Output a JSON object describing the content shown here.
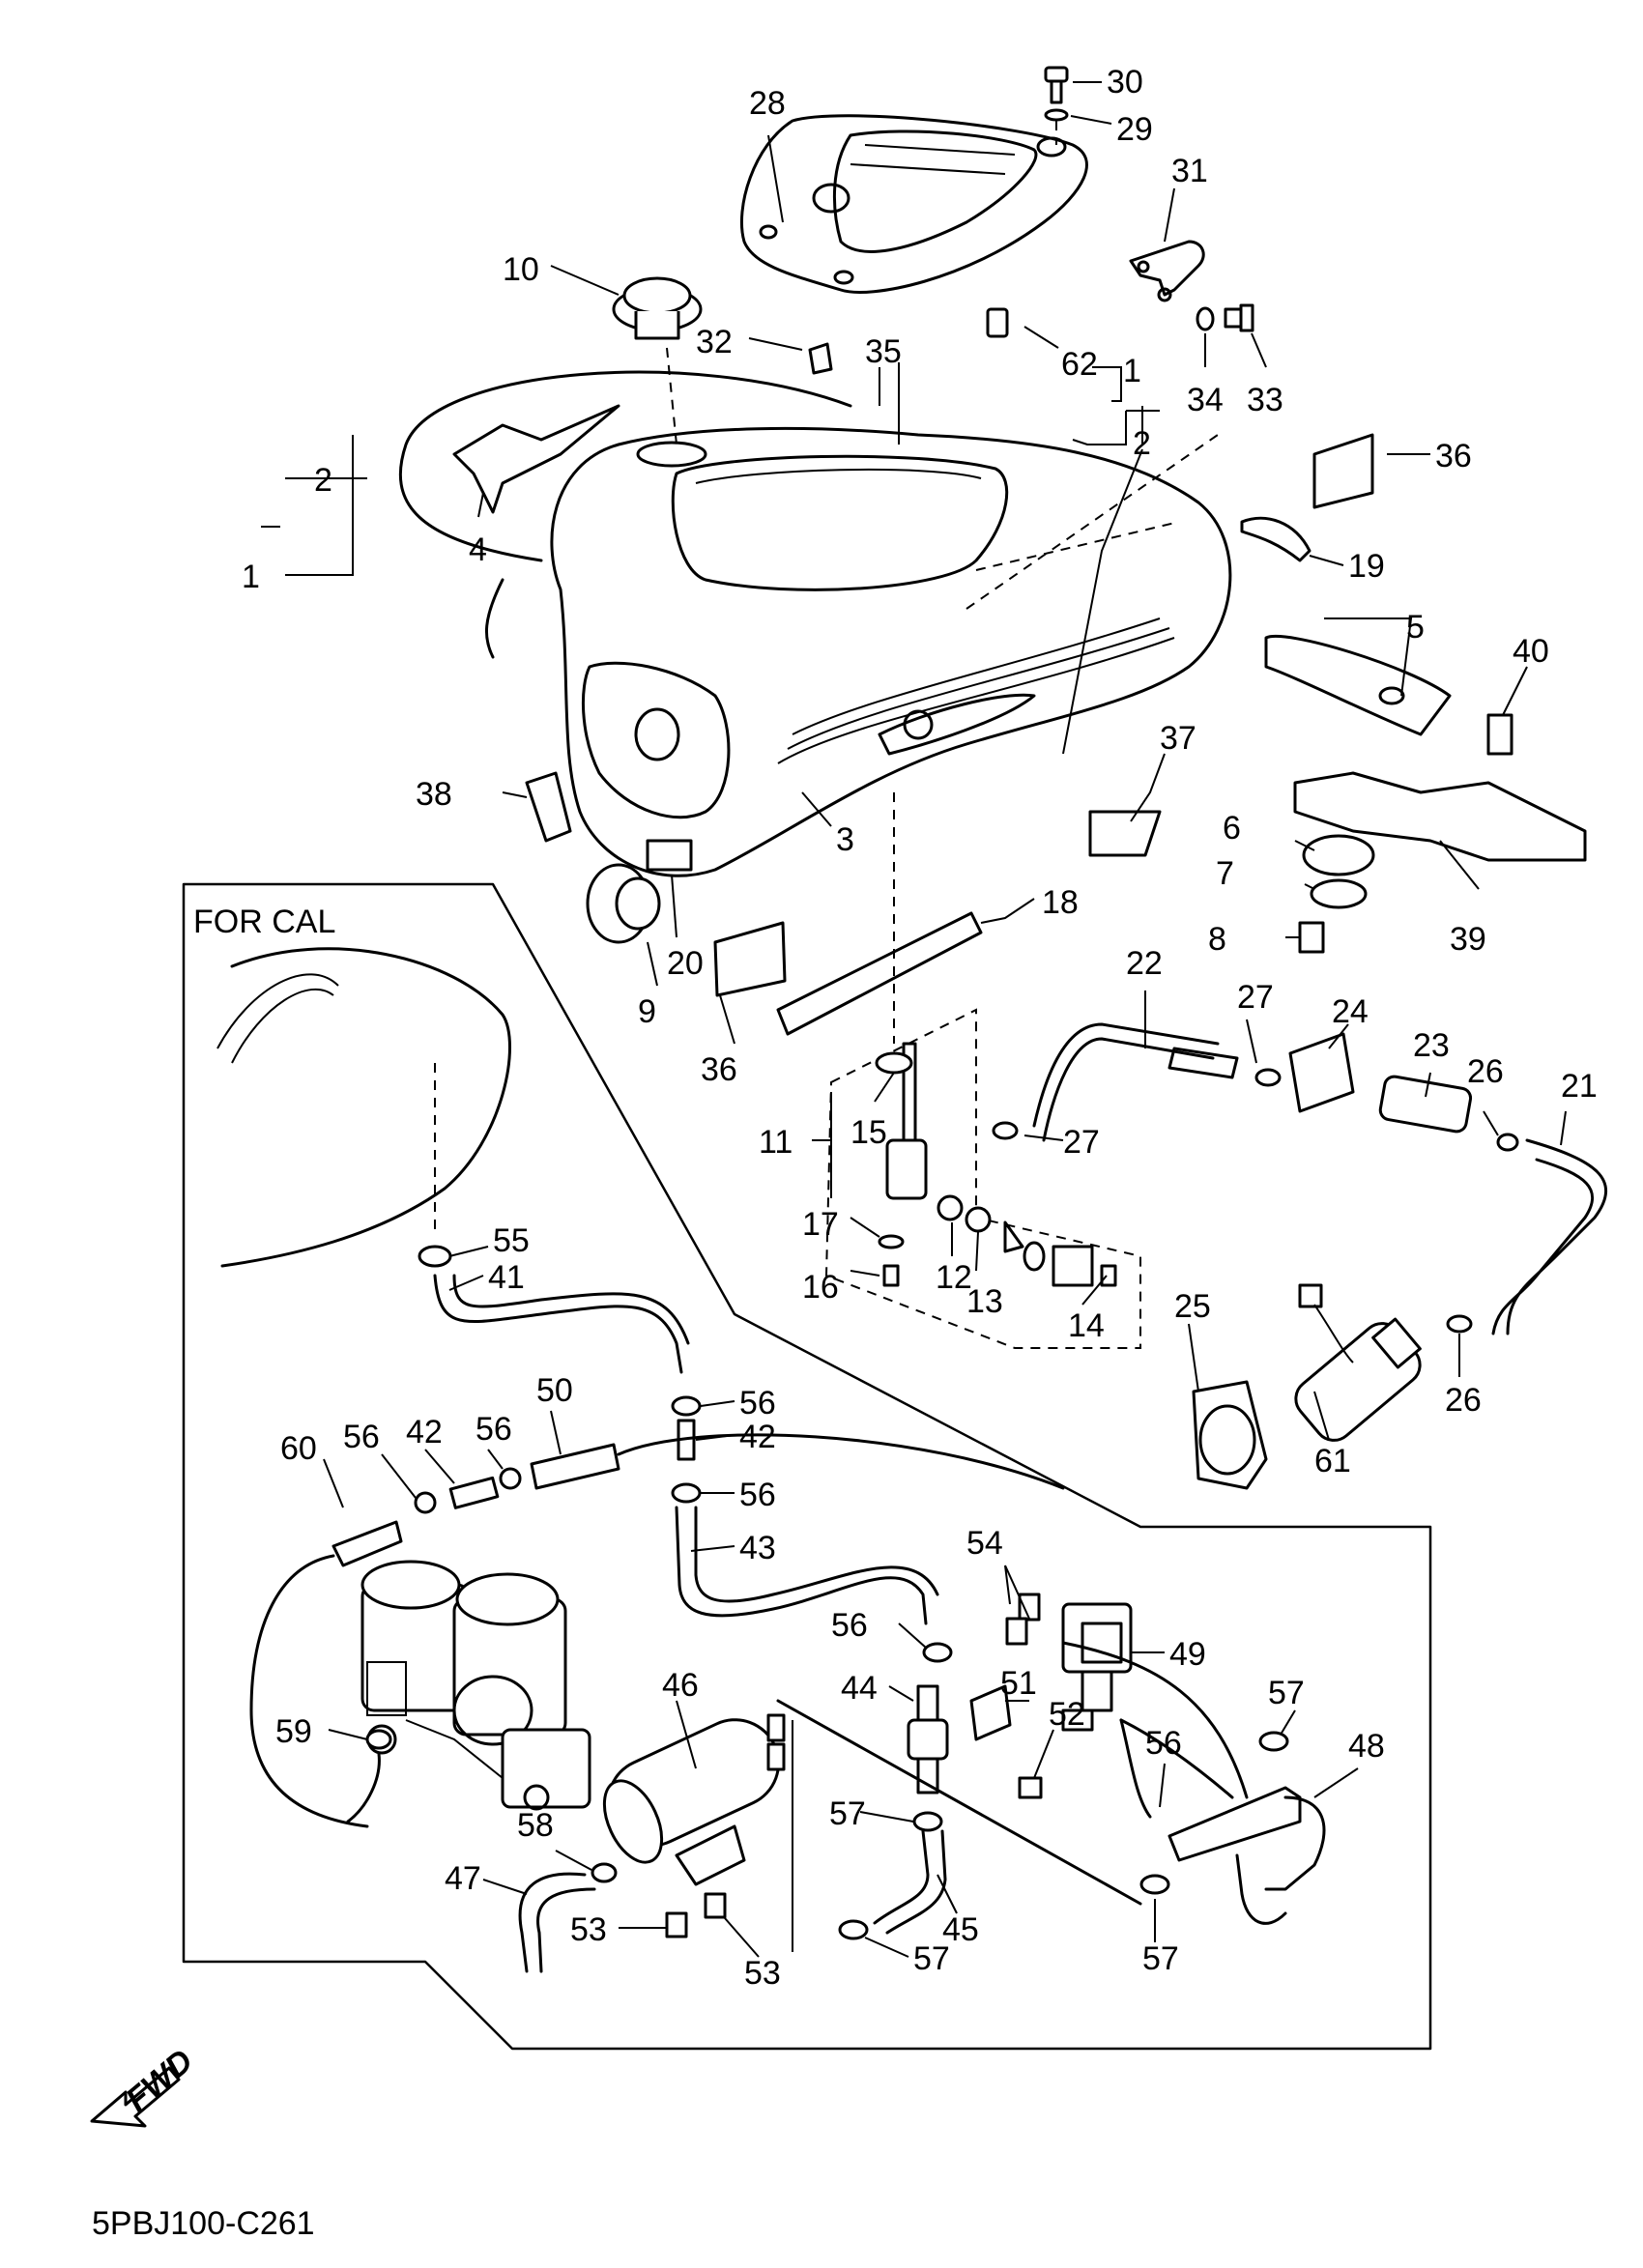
{
  "region_label": "FOR CAL",
  "fwd_label": "FWD",
  "diagram_code": "5PBJ100-C261",
  "callouts": {
    "c1a": "1",
    "c1b": "1",
    "c2a": "2",
    "c2b": "2",
    "c3": "3",
    "c4": "4",
    "c5": "5",
    "c6": "6",
    "c7": "7",
    "c8": "8",
    "c9": "9",
    "c10": "10",
    "c11": "11",
    "c12": "12",
    "c13": "13",
    "c14": "14",
    "c15": "15",
    "c16": "16",
    "c17": "17",
    "c18": "18",
    "c19": "19",
    "c20": "20",
    "c21": "21",
    "c22": "22",
    "c23": "23",
    "c24": "24",
    "c25": "25",
    "c26a": "26",
    "c26b": "26",
    "c27a": "27",
    "c27b": "27",
    "c28": "28",
    "c29": "29",
    "c30": "30",
    "c31": "31",
    "c32": "32",
    "c33": "33",
    "c34": "34",
    "c35": "35",
    "c36a": "36",
    "c36b": "36",
    "c37": "37",
    "c38": "38",
    "c39": "39",
    "c40": "40",
    "c41": "41",
    "c42a": "42",
    "c42b": "42",
    "c43": "43",
    "c44": "44",
    "c45": "45",
    "c46": "46",
    "c47": "47",
    "c48": "48",
    "c49": "49",
    "c50": "50",
    "c51": "51",
    "c52": "52",
    "c53a": "53",
    "c53b": "53",
    "c54": "54",
    "c55": "55",
    "c56a": "56",
    "c56b": "56",
    "c56c": "56",
    "c56d": "56",
    "c56e": "56",
    "c56f": "56",
    "c57a": "57",
    "c57b": "57",
    "c57c": "57",
    "c57d": "57",
    "c58": "58",
    "c59": "59",
    "c60": "60",
    "c61": "61",
    "c62": "62"
  }
}
